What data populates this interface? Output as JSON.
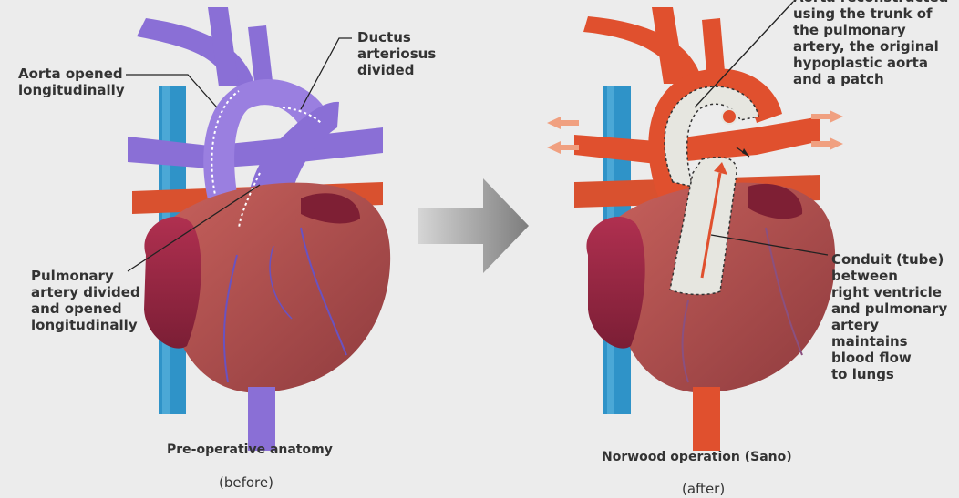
{
  "colors": {
    "background": "#ececec",
    "artery_red": "#e0502e",
    "vein_blue": "#2f93c8",
    "pulmonary_purple": "#8a6fd6",
    "heart": "#b5524f",
    "arrow_gray": "#8d8d8d"
  },
  "before": {
    "labels": {
      "aorta_opened": "Aorta opened\nlongitudinally",
      "ductus": "Ductus\narteriosus\ndivided",
      "pulmonary_divided": "Pulmonary\nartery divided\nand opened\nlongitudinally"
    },
    "caption": "Pre-operative anatomy",
    "subcaption": "(before)"
  },
  "after": {
    "labels": {
      "aorta_reconstructed": "Aorta reconstructed\nusing the trunk of\nthe pulmonary\nartery, the original\nhypoplastic aorta\nand a patch",
      "conduit": "Conduit (tube)\nbetween\nright ventricle\nand pulmonary\nartery maintains\nblood flow\nto lungs"
    },
    "caption": "Norwood operation (Sano)",
    "subcaption": "(after)"
  },
  "transition": {
    "icon": "right-arrow-icon"
  }
}
